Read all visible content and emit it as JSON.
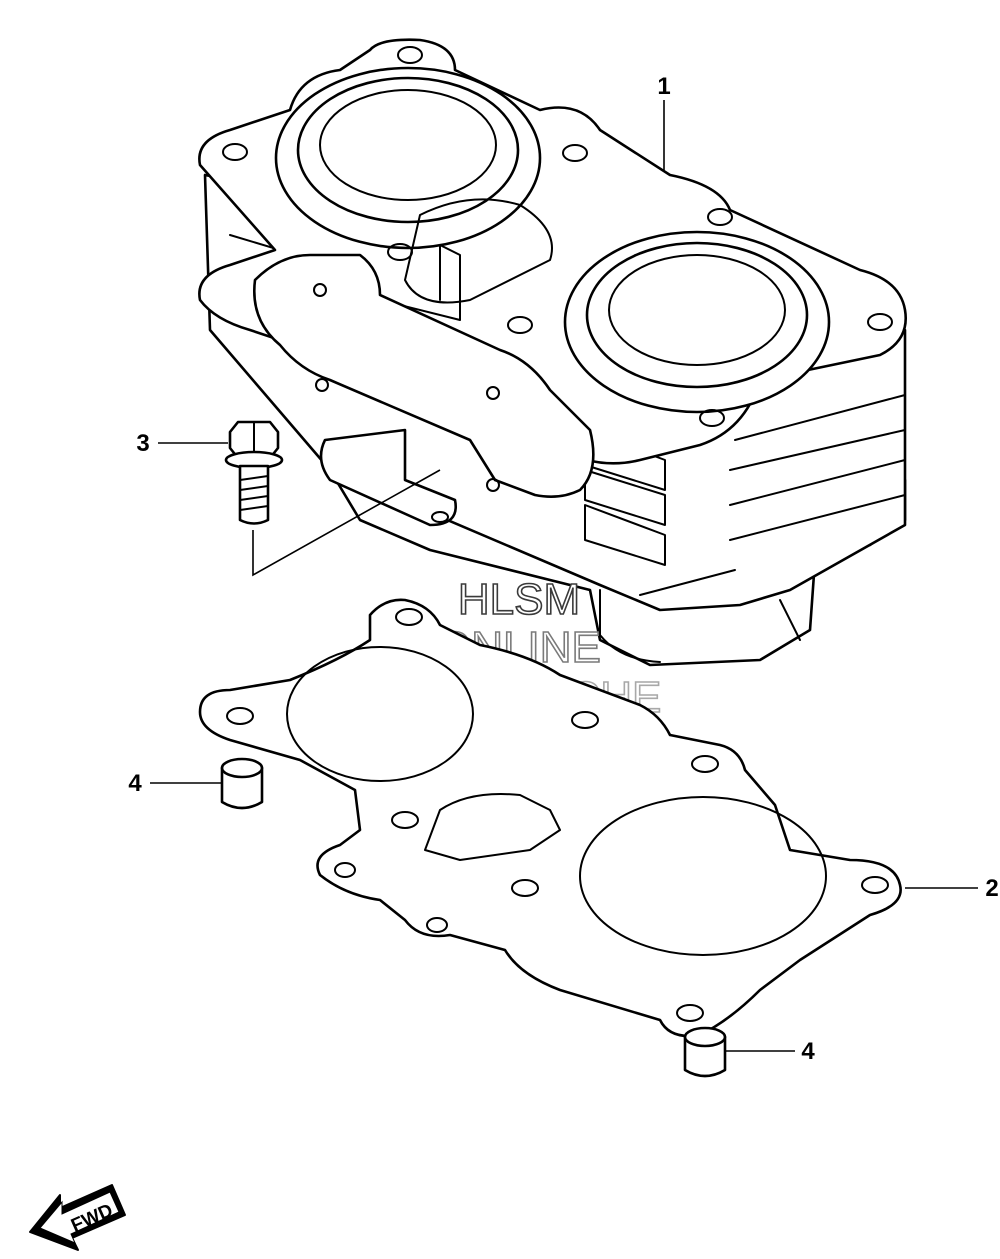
{
  "callouts": [
    {
      "id": "cylinder",
      "label": "1"
    },
    {
      "id": "gasket",
      "label": "2"
    },
    {
      "id": "bolt",
      "label": "3"
    },
    {
      "id": "dowel-left",
      "label": "4"
    },
    {
      "id": "dowel-right",
      "label": "4"
    }
  ],
  "watermark": {
    "line1": "HLSM",
    "line2": "ONLINE",
    "line3": "MICROFICHE"
  },
  "fwd_label": "FWD",
  "colors": {
    "line": "#000000",
    "background": "#ffffff",
    "watermark_line1": "#3a3a3a",
    "watermark_line2": "#7a7a7a",
    "watermark_line3": "#a8a8a8"
  }
}
